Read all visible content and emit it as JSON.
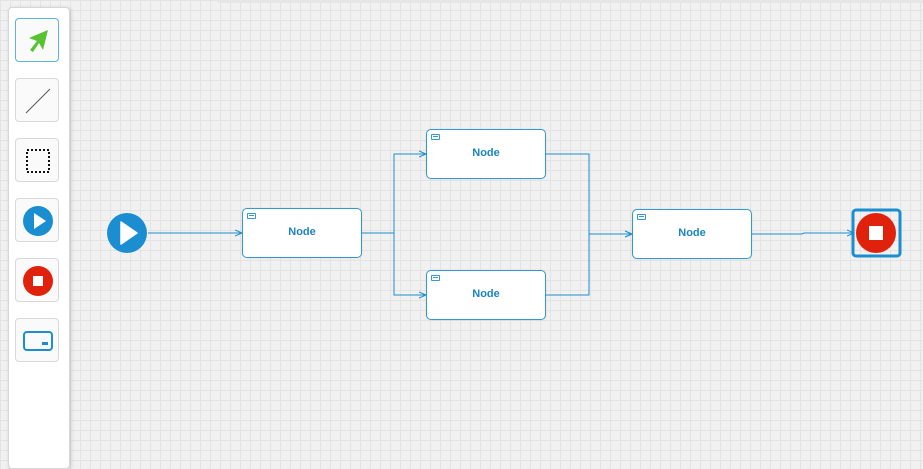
{
  "toolbar": {
    "tools": [
      {
        "name": "pointer-tool",
        "icon": "arrow-pointer-icon"
      },
      {
        "name": "connection-tool",
        "icon": "line-icon"
      },
      {
        "name": "marquee-select-tool",
        "icon": "dotted-rectangle-icon"
      },
      {
        "name": "start-node-tool",
        "icon": "play-circle-icon"
      },
      {
        "name": "end-node-tool",
        "icon": "stop-circle-icon"
      },
      {
        "name": "task-node-tool",
        "icon": "task-card-icon"
      }
    ],
    "active_tool": "pointer-tool"
  },
  "diagram": {
    "start_node": {
      "icon": "play-circle-icon"
    },
    "end_node": {
      "icon": "stop-circle-icon",
      "selected": true
    },
    "nodes": [
      {
        "id": "node-1",
        "label": "Node"
      },
      {
        "id": "node-2",
        "label": "Node"
      },
      {
        "id": "node-3",
        "label": "Node"
      },
      {
        "id": "node-4",
        "label": "Node"
      }
    ],
    "edges": [
      {
        "from": "start",
        "to": "node-1"
      },
      {
        "from": "node-1",
        "to": "node-2"
      },
      {
        "from": "node-1",
        "to": "node-3"
      },
      {
        "from": "node-2",
        "to": "node-4"
      },
      {
        "from": "node-3",
        "to": "node-4"
      },
      {
        "from": "node-4",
        "to": "end"
      }
    ]
  },
  "colors": {
    "flow_blue": "#1b8ed1",
    "stop_red": "#e0220d",
    "pointer_green": "#58c233",
    "grid_line": "#e3e3e3",
    "canvas_bg": "#f1f1f1"
  }
}
